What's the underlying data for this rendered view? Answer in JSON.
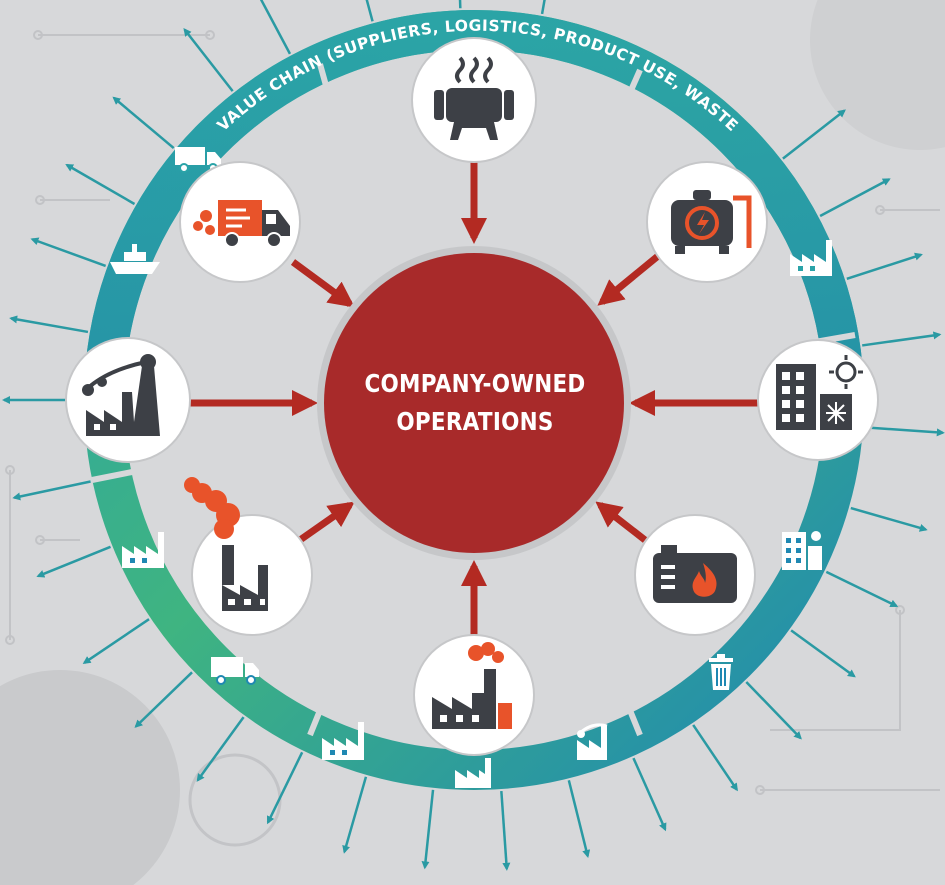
{
  "ring_label": "VALUE CHAIN (SUPPLIERS, LOGISTICS, PRODUCT USE, WASTE",
  "center": {
    "line1": "COMPANY-OWNED",
    "line2": "OPERATIONS"
  },
  "colors": {
    "background": "#d7d8da",
    "center_fill": "#a82a2a",
    "arrow_red": "#b32a22",
    "accent_orange": "#e8532a",
    "ring_teal": "#2aa3a8",
    "ring_green": "#3fb481",
    "ring_blue": "#1f88b2",
    "icon_dark": "#3d4046"
  },
  "inner_nodes": [
    {
      "name": "boiler",
      "icon": "boiler-steam-icon"
    },
    {
      "name": "generator",
      "icon": "electric-generator-icon"
    },
    {
      "name": "building",
      "icon": "building-climate-icon"
    },
    {
      "name": "furnace",
      "icon": "furnace-flame-icon"
    },
    {
      "name": "factory",
      "icon": "factory-smoke-icon"
    },
    {
      "name": "factory-left",
      "icon": "factory-chimney-icon"
    },
    {
      "name": "powerline-plant",
      "icon": "power-plant-icon"
    },
    {
      "name": "delivery-truck",
      "icon": "delivery-truck-icon"
    }
  ],
  "ring_icons": [
    "truck-icon",
    "ship-icon",
    "factory-icon",
    "truck-icon",
    "factory-icon",
    "factory-icon",
    "power-plant-icon",
    "trash-bin-icon",
    "building-icon",
    "factory-icon"
  ]
}
